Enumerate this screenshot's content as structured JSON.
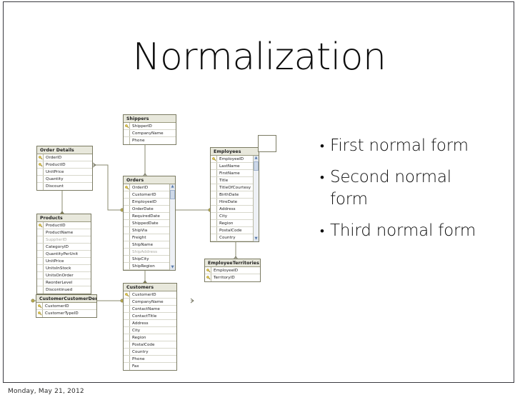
{
  "slide": {
    "title": "Normalization",
    "footer_date": "Monday, May 21, 2012"
  },
  "bullets": [
    {
      "marker": "•",
      "text": "First normal form"
    },
    {
      "marker": "•",
      "text": "Second normal form"
    },
    {
      "marker": "•",
      "text": "Third normal form"
    }
  ],
  "diagram": {
    "key_icon": "primary-key-icon",
    "scroll_up_icon": "▲",
    "scroll_down_icon": "▼",
    "tables": {
      "shippers": {
        "title": "Shippers",
        "fields": [
          {
            "name": "ShipperID",
            "key": true
          },
          {
            "name": "CompanyName",
            "key": false
          },
          {
            "name": "Phone",
            "key": false
          }
        ]
      },
      "order_details": {
        "title": "Order Details",
        "fields": [
          {
            "name": "OrderID",
            "key": true
          },
          {
            "name": "ProductID",
            "key": true
          },
          {
            "name": "UnitPrice",
            "key": false
          },
          {
            "name": "Quantity",
            "key": false
          },
          {
            "name": "Discount",
            "key": false
          }
        ]
      },
      "products": {
        "title": "Products",
        "fields": [
          {
            "name": "ProductID",
            "key": true
          },
          {
            "name": "ProductName",
            "key": false
          },
          {
            "name": "SupplierID",
            "key": false,
            "obscured": true
          },
          {
            "name": "CategoryID",
            "key": false
          },
          {
            "name": "QuantityPerUnit",
            "key": false
          },
          {
            "name": "UnitPrice",
            "key": false
          },
          {
            "name": "UnitsInStock",
            "key": false
          },
          {
            "name": "UnitsOnOrder",
            "key": false
          },
          {
            "name": "ReorderLevel",
            "key": false
          },
          {
            "name": "Discontinued",
            "key": false
          }
        ]
      },
      "orders": {
        "title": "Orders",
        "scrollable": true,
        "fields": [
          {
            "name": "OrderID",
            "key": true
          },
          {
            "name": "CustomerID",
            "key": false
          },
          {
            "name": "EmployeeID",
            "key": false
          },
          {
            "name": "OrderDate",
            "key": false
          },
          {
            "name": "RequiredDate",
            "key": false
          },
          {
            "name": "ShippedDate",
            "key": false
          },
          {
            "name": "ShipVia",
            "key": false
          },
          {
            "name": "Freight",
            "key": false
          },
          {
            "name": "ShipName",
            "key": false
          },
          {
            "name": "ShipAddress",
            "key": false,
            "obscured": true
          },
          {
            "name": "ShipCity",
            "key": false
          },
          {
            "name": "ShipRegion",
            "key": false
          }
        ]
      },
      "employees": {
        "title": "Employees",
        "scrollable": true,
        "fields": [
          {
            "name": "EmployeeID",
            "key": true
          },
          {
            "name": "LastName",
            "key": false
          },
          {
            "name": "FirstName",
            "key": false
          },
          {
            "name": "Title",
            "key": false
          },
          {
            "name": "TitleOfCourtesy",
            "key": false
          },
          {
            "name": "BirthDate",
            "key": false
          },
          {
            "name": "HireDate",
            "key": false
          },
          {
            "name": "Address",
            "key": false
          },
          {
            "name": "City",
            "key": false
          },
          {
            "name": "Region",
            "key": false
          },
          {
            "name": "PostalCode",
            "key": false
          },
          {
            "name": "Country",
            "key": false
          }
        ]
      },
      "employee_territories": {
        "title": "EmployeeTerritories",
        "fields": [
          {
            "name": "EmployeeID",
            "key": true
          },
          {
            "name": "TerritoryID",
            "key": true
          }
        ]
      },
      "customers": {
        "title": "Customers",
        "fields": [
          {
            "name": "CustomerID",
            "key": true
          },
          {
            "name": "CompanyName",
            "key": false
          },
          {
            "name": "ContactName",
            "key": false
          },
          {
            "name": "ContactTitle",
            "key": false
          },
          {
            "name": "Address",
            "key": false
          },
          {
            "name": "City",
            "key": false
          },
          {
            "name": "Region",
            "key": false
          },
          {
            "name": "PostalCode",
            "key": false
          },
          {
            "name": "Country",
            "key": false
          },
          {
            "name": "Phone",
            "key": false
          },
          {
            "name": "Fax",
            "key": false
          }
        ]
      },
      "customer_customer_demo": {
        "title": "CustomerCustomerDem",
        "fields": [
          {
            "name": "CustomerID",
            "key": true
          },
          {
            "name": "CustomerTypeID",
            "key": true
          }
        ]
      }
    }
  },
  "colors": {
    "frame_border": "#3a3a40",
    "table_border": "#7b7b63",
    "table_header_bg": "#e8e8dc",
    "relationship_line": "#8a8a6e",
    "key_gold": "#d8b22a",
    "text": "#0d0d0d"
  }
}
